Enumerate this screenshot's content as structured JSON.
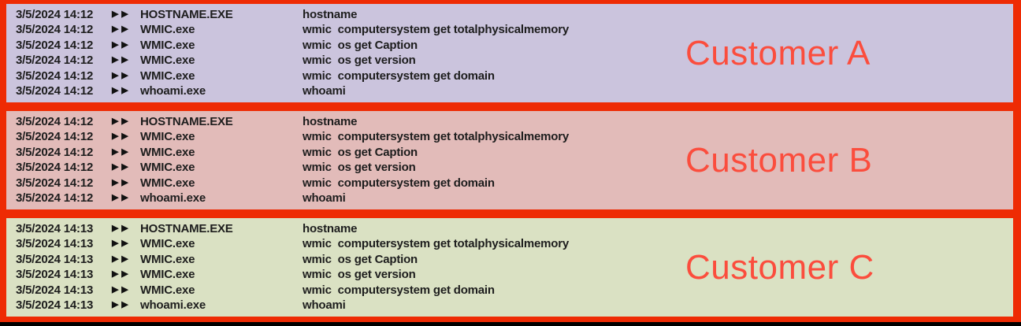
{
  "colors": {
    "frame_red": "#ee2b04",
    "label_red": "#fb4d3d",
    "row_text": "#1d1d1d",
    "bottom_bar": "#000000",
    "section_a_bg": "#cbc4dd",
    "section_b_bg": "#e2bbb9",
    "section_c_bg": "#dae1c3"
  },
  "icons": {
    "play": "▶"
  },
  "sections": [
    {
      "label": "Customer A",
      "bg": "#cbc4dd",
      "rows": [
        {
          "timestamp": "3/5/2024 14:12",
          "process": "HOSTNAME.EXE",
          "command": "hostname"
        },
        {
          "timestamp": "3/5/2024 14:12",
          "process": "WMIC.exe",
          "command": "wmic  computersystem get totalphysicalmemory"
        },
        {
          "timestamp": "3/5/2024 14:12",
          "process": "WMIC.exe",
          "command": "wmic  os get Caption"
        },
        {
          "timestamp": "3/5/2024 14:12",
          "process": "WMIC.exe",
          "command": "wmic  os get version"
        },
        {
          "timestamp": "3/5/2024 14:12",
          "process": "WMIC.exe",
          "command": "wmic  computersystem get domain"
        },
        {
          "timestamp": "3/5/2024 14:12",
          "process": "whoami.exe",
          "command": "whoami"
        }
      ]
    },
    {
      "label": "Customer B",
      "bg": "#e2bbb9",
      "rows": [
        {
          "timestamp": "3/5/2024 14:12",
          "process": "HOSTNAME.EXE",
          "command": "hostname"
        },
        {
          "timestamp": "3/5/2024 14:12",
          "process": "WMIC.exe",
          "command": "wmic  computersystem get totalphysicalmemory"
        },
        {
          "timestamp": "3/5/2024 14:12",
          "process": "WMIC.exe",
          "command": "wmic  os get Caption"
        },
        {
          "timestamp": "3/5/2024 14:12",
          "process": "WMIC.exe",
          "command": "wmic  os get version"
        },
        {
          "timestamp": "3/5/2024 14:12",
          "process": "WMIC.exe",
          "command": "wmic  computersystem get domain"
        },
        {
          "timestamp": "3/5/2024 14:12",
          "process": "whoami.exe",
          "command": "whoami"
        }
      ]
    },
    {
      "label": "Customer C",
      "bg": "#dae1c3",
      "rows": [
        {
          "timestamp": "3/5/2024 14:13",
          "process": "HOSTNAME.EXE",
          "command": "hostname"
        },
        {
          "timestamp": "3/5/2024 14:13",
          "process": "WMIC.exe",
          "command": "wmic  computersystem get totalphysicalmemory"
        },
        {
          "timestamp": "3/5/2024 14:13",
          "process": "WMIC.exe",
          "command": "wmic  os get Caption"
        },
        {
          "timestamp": "3/5/2024 14:13",
          "process": "WMIC.exe",
          "command": "wmic  os get version"
        },
        {
          "timestamp": "3/5/2024 14:13",
          "process": "WMIC.exe",
          "command": "wmic  computersystem get domain"
        },
        {
          "timestamp": "3/5/2024 14:13",
          "process": "whoami.exe",
          "command": "whoami"
        }
      ]
    }
  ]
}
